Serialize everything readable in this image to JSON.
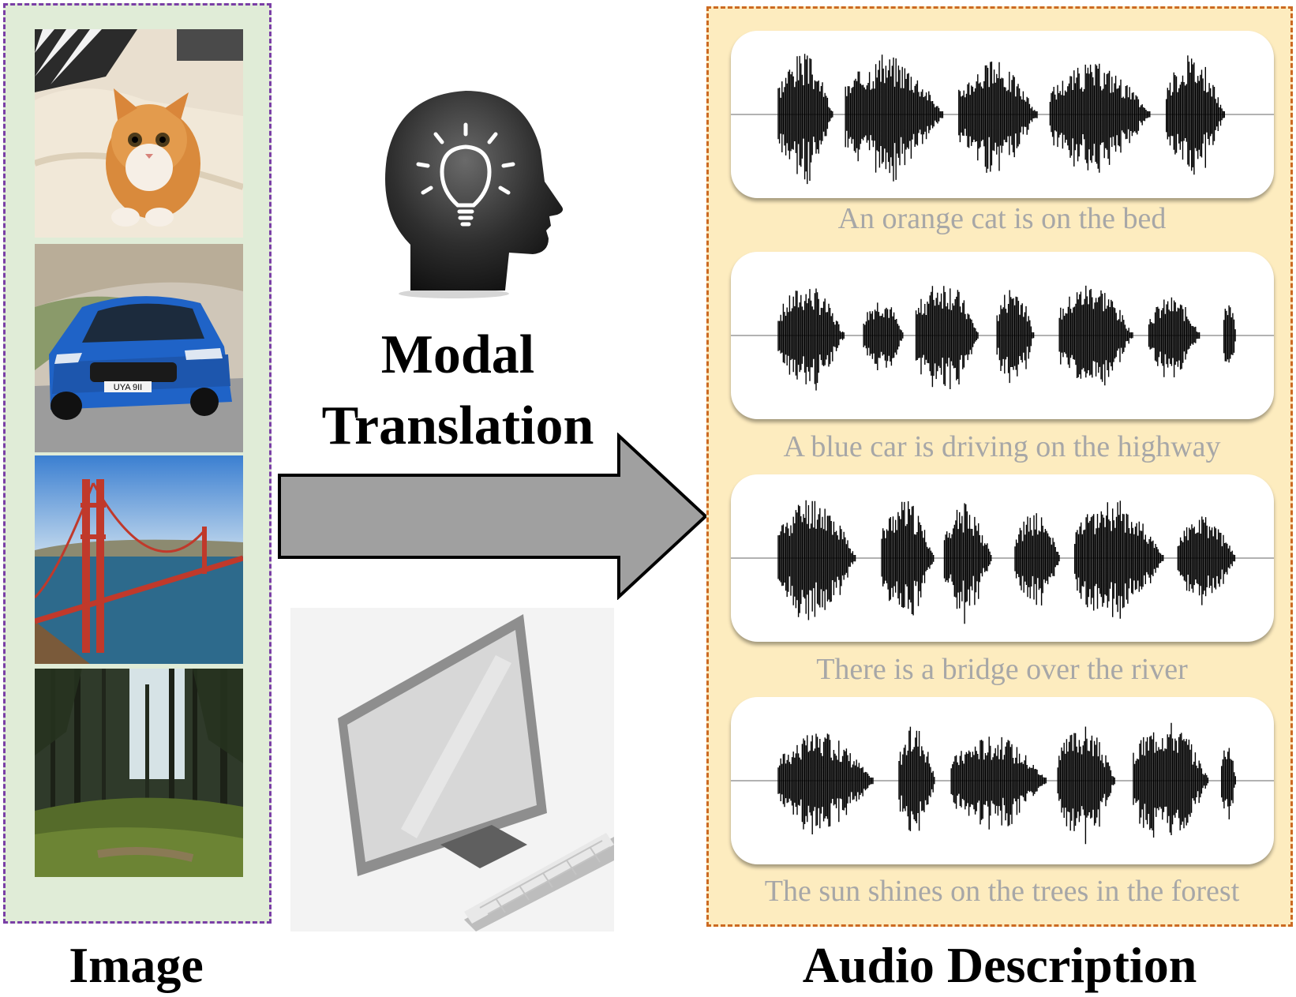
{
  "left_panel": {
    "label": "Image",
    "images": [
      {
        "name": "cat-photo"
      },
      {
        "name": "car-photo",
        "plate": "UYA 9II"
      },
      {
        "name": "bridge-photo"
      },
      {
        "name": "forest-photo"
      }
    ]
  },
  "center": {
    "title_line1": "Modal",
    "title_line2": "Translation",
    "head_icon": "head-with-lightbulb-icon",
    "computer_icon": "computer-monitor-icon"
  },
  "right_panel": {
    "label": "Audio Description",
    "items": [
      {
        "caption": "An orange cat is on the bed"
      },
      {
        "caption": "A blue car is driving on the highway"
      },
      {
        "caption": "There is a bridge over the river"
      },
      {
        "caption": "The sun shines on the trees in the forest"
      }
    ]
  },
  "colors": {
    "image_panel_bg": "#e0ecd7",
    "image_panel_border": "#7a3fa6",
    "audio_panel_bg": "#fdecbf",
    "audio_panel_border": "#cc6a22",
    "arrow_fill": "#a0a0a0",
    "caption_text": "#a7a7a7"
  }
}
